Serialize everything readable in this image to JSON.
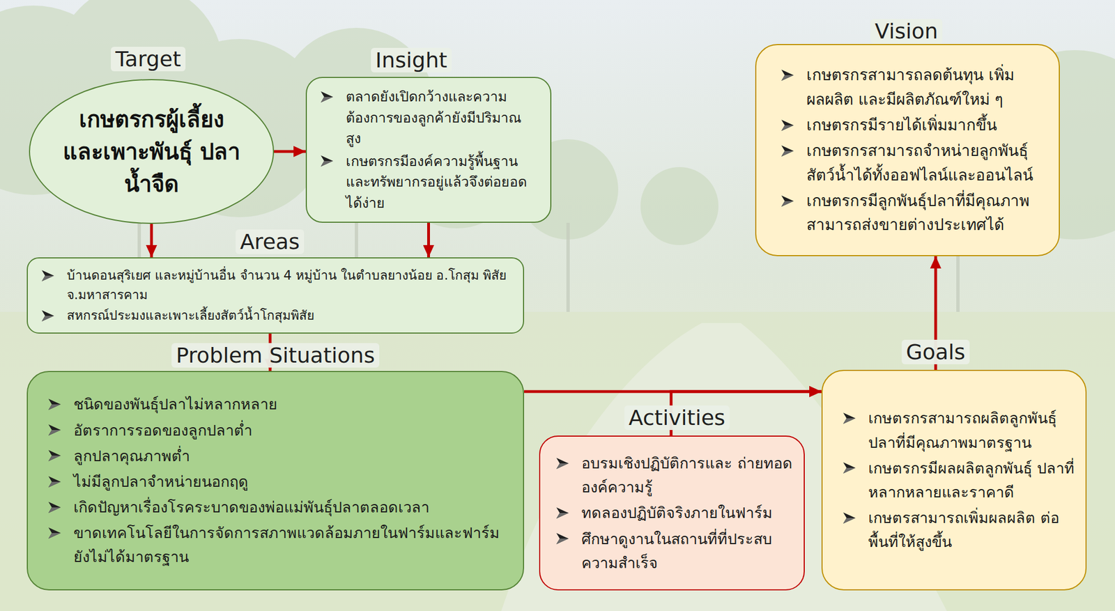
{
  "diagram": {
    "nodes": [
      {
        "text": [
          "Target",
          "เกษตรกรผู้เลี้ยง และเพาะพันธุ์ ปลาน้ำจืด"
        ]
      },
      {
        "text": [
          "Insight",
          "ตลาดยังเปิดกว้างและความ ต้องการของลูกค้ายังมีปริมาณ สูง",
          "เกษตรกรมีองค์ความรู้พื้นฐาน และทรัพยากรอยู่แล้วจึงต่อยอด ได้ง่าย"
        ]
      },
      {
        "text": [
          "Vision",
          "เกษตรกรสามารถลดต้นทุน เพิ่ม ผลผลิต และมีผลิตภัณฑ์ใหม่ ๆ",
          "เกษตรกรมีรายได้เพิ่มมากขึ้น",
          "เกษตรกรสามารถจำหน่ายลูกพันธุ์ สัตว์น้ำได้ทั้งออฟไลน์และออนไลน์",
          "เกษตรกรมีลูกพันธุ์ปลาที่มีคุณภาพ สามารถส่งขายต่างประเทศได้"
        ]
      },
      {
        "text": [
          "Areas",
          "บ้านดอนสุริเยศ และหมู่บ้านอื่น จำนวน 4 หมู่บ้าน ในตำบลยางน้อย อ.โกสุม พิสัย จ.มหาสารคาม",
          "สหกรณ์ประมงและเพาะเลี้ยงสัตว์น้ำโกสุมพิสัย"
        ]
      },
      {
        "text": [
          "Problem Situations",
          "ชนิดของพันธุ์ปลาไม่หลากหลาย",
          "อัตราการรอดของลูกปลาต่ำ",
          "ลูกปลาคุณภาพต่ำ",
          "ไม่มีลูกปลาจำหน่ายนอกฤดู",
          "เกิดปัญหาเรื่องโรคระบาดของพ่อแม่พันธุ์ปลาตลอดเวลา",
          "ขาดเทคโนโลยีในการจัดการสภาพแวดล้อมภายในฟาร์มและฟาร์ม ยังไม่ได้มาตรฐาน"
        ]
      },
      {
        "text": [
          "Activities",
          "อบรมเชิงปฏิบัติการและ ถ่ายทอดองค์ความรู้",
          "ทดลองปฏิบัติจริงภายในฟาร์ม",
          "ศึกษาดูงานในสถานที่ที่ประสบ ความสำเร็จ"
        ]
      },
      {
        "text": [
          "Goals",
          "เกษตรกรสามารถผลิตลูกพันธุ์ ปลาที่มีคุณภาพมาตรฐาน",
          "เกษตรกรมีผลผลิตลูกพันธุ์ ปลาที่หลากหลายและราคาดี",
          "เกษตรสามารถเพิ่มผลผลิต ต่อพื้นที่ให้สูงขึ้น"
        ]
      }
    ],
    "edges": [
      {
        "from": 0,
        "to": 1,
        "arrow": "to"
      },
      {
        "from": 0,
        "to": 3,
        "arrow": "to"
      },
      {
        "from": 1,
        "to": 3,
        "arrow": "to"
      },
      {
        "from": 3,
        "to": 4,
        "arrow": "to"
      },
      {
        "from": 4,
        "to": 6,
        "arrow": "to"
      },
      {
        "from": 5,
        "to": 6,
        "arrow": "to"
      },
      {
        "from": 6,
        "to": 2,
        "arrow": "to"
      }
    ]
  }
}
